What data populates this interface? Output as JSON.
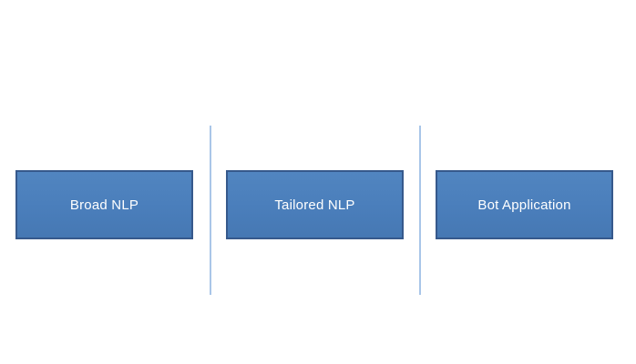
{
  "diagram": {
    "boxes": [
      {
        "label": "Broad NLP"
      },
      {
        "label": "Tailored NLP"
      },
      {
        "label": "Bot Application"
      }
    ],
    "dividers": [
      {
        "name": "divider-between-broad-and-tailored"
      },
      {
        "name": "divider-between-tailored-and-bot"
      }
    ],
    "colors": {
      "box_fill": "#4A7EBB",
      "box_border": "#36598C",
      "divider": "#A9C6E8",
      "box_text": "#FFFFFF",
      "background": "#FFFFFF"
    }
  }
}
